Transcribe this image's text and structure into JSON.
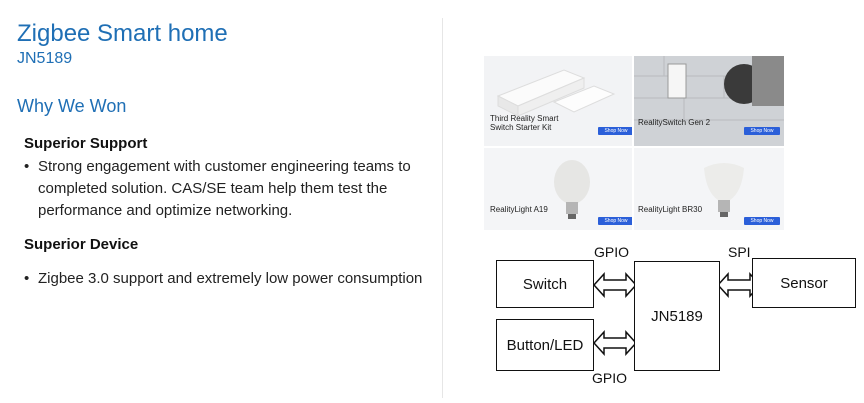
{
  "slide": {
    "title": "Zigbee Smart home",
    "subtitle": "JN5189",
    "section_title": "Why We Won",
    "points": [
      {
        "heading": "Superior Support",
        "bullet": "Strong engagement with customer engineering teams to completed solution. CAS/SE team help them test the performance and optimize networking."
      },
      {
        "heading": "Superior Device",
        "bullet": "Zigbee 3.0 support and extremely low power consumption"
      }
    ]
  },
  "products": [
    {
      "label": "Third Reality Smart\nSwitch Starter Kit",
      "button": "Shop Now"
    },
    {
      "label": "RealitySwitch Gen 2",
      "button": "Shop Now"
    },
    {
      "label": "RealityLight A19",
      "button": "Shop Now"
    },
    {
      "label": "RealityLight BR30",
      "button": "Shop Now"
    }
  ],
  "diagram": {
    "center": "JN5189",
    "left_top": "Switch",
    "left_bottom": "Button/LED",
    "right": "Sensor",
    "label_gpio_top": "GPIO",
    "label_gpio_bottom": "GPIO",
    "label_spi": "SPI"
  }
}
